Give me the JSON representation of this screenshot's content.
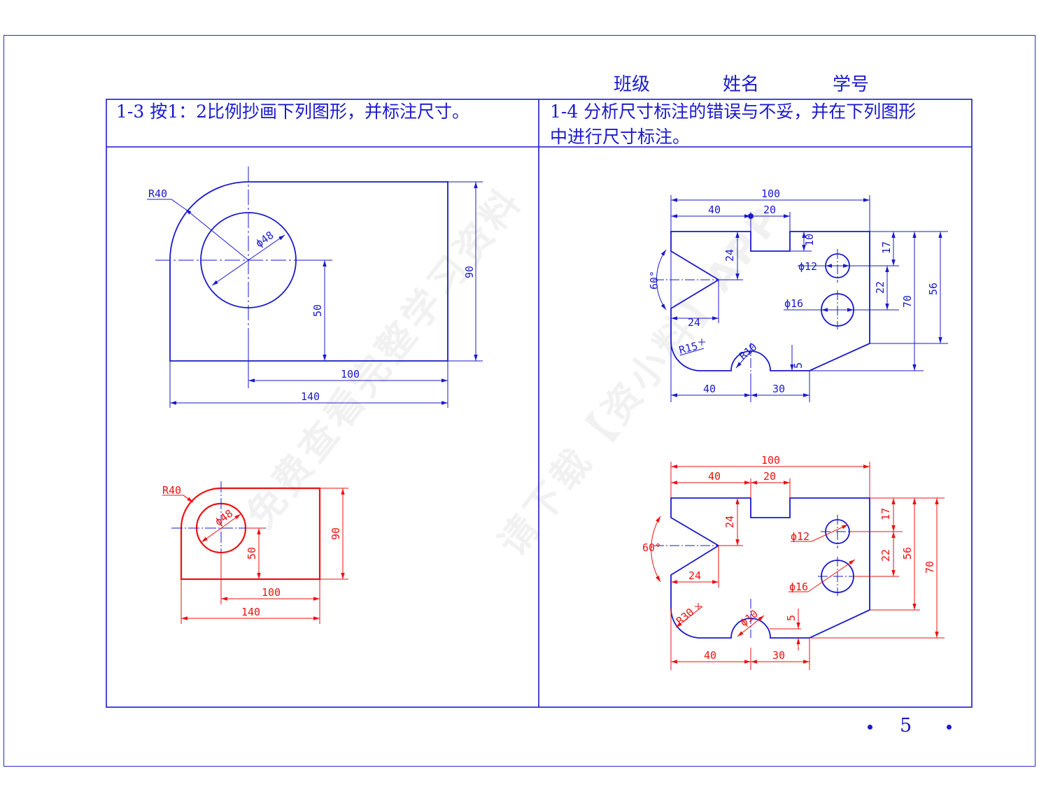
{
  "header": {
    "class_label": "班级",
    "name_label": "姓名",
    "id_label": "学号"
  },
  "exercise_1_3": {
    "text": "1-3 按1：2比例抄画下列图形，并标注尺寸。"
  },
  "exercise_1_4": {
    "line1": "1-4 分析尺寸标注的错误与不妥，并在下列图形",
    "line2": "中进行尺寸标注。"
  },
  "page_number": "5",
  "watermark": {
    "line1": "免费查看完整学习资料",
    "line2": "请下载【资小料】APP"
  },
  "colors": {
    "ink": "#1a1acc",
    "answer": "#ee1111"
  },
  "fig_1_3_original": {
    "r": "R40",
    "dia": "ϕ48",
    "h90": "90",
    "h50": "50",
    "w100": "100",
    "w140": "140"
  },
  "fig_1_3_answer": {
    "r": "R40",
    "dia": "ϕ48",
    "h90": "90",
    "h50": "50",
    "w100": "100",
    "w140": "140"
  },
  "fig_1_4_original": {
    "d100": "100",
    "d40": "40",
    "d20": "20",
    "d10": "10",
    "d24v": "24",
    "d60": "60°",
    "d24h": "24",
    "phi12": "ϕ12",
    "phi16": "ϕ16",
    "d17": "17",
    "d22": "22",
    "d70": "70",
    "d56": "56",
    "r15": "R15",
    "r10": "R10",
    "d5": "5",
    "d40b": "40",
    "d30": "30"
  },
  "fig_1_4_answer": {
    "d100": "100",
    "d40": "40",
    "d20": "20",
    "d24v": "24",
    "d60": "60°",
    "d24h": "24",
    "phi12": "ϕ12",
    "phi16": "ϕ16",
    "d17": "17",
    "d22": "22",
    "d56": "56",
    "d70": "70",
    "r30": "R30",
    "phi10": "ϕ10",
    "d5": "5",
    "d40b": "40",
    "d30": "30"
  }
}
